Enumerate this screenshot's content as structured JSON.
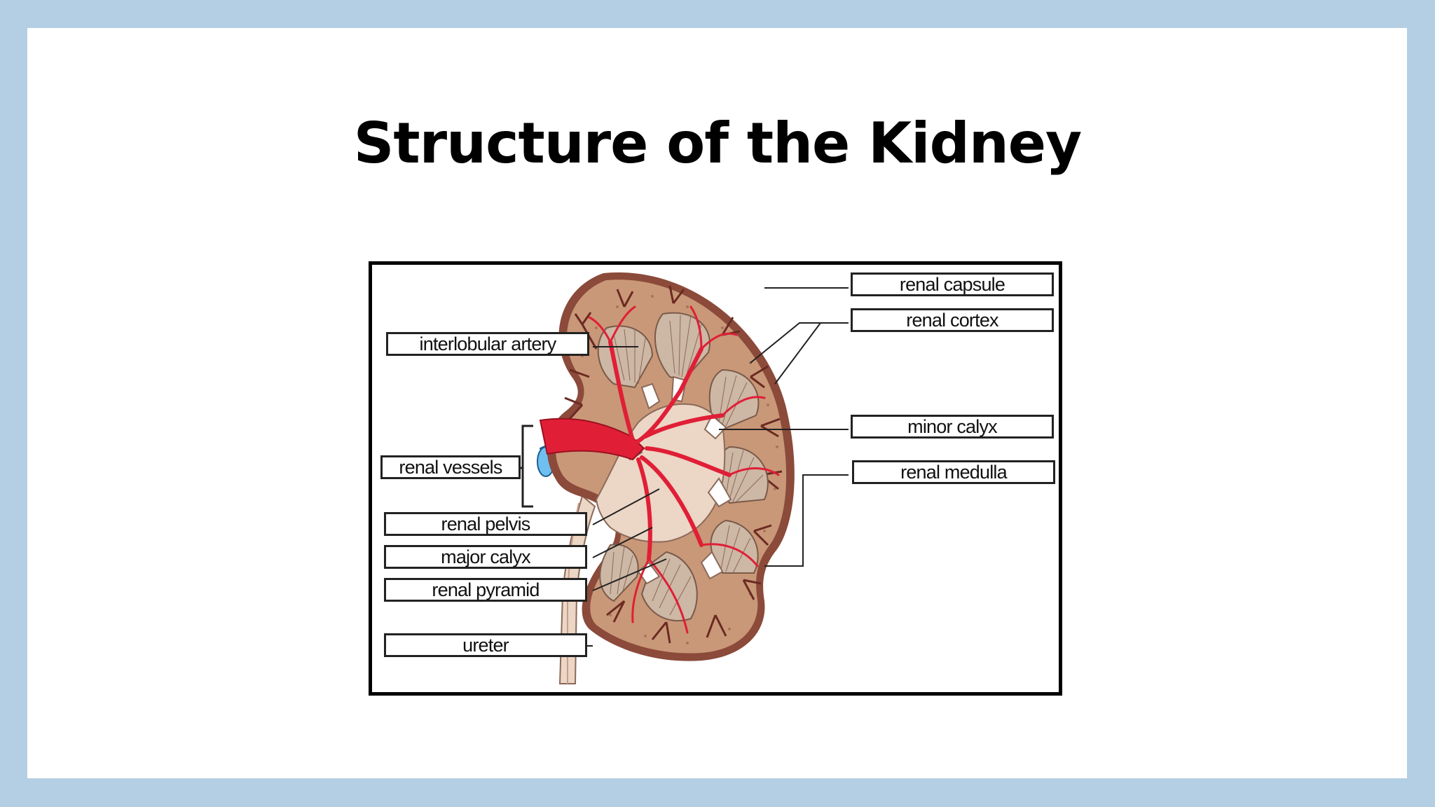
{
  "slide": {
    "title": "Structure of the Kidney"
  },
  "diagram": {
    "labels": {
      "renal_capsule": "renal capsule",
      "renal_cortex": "renal cortex",
      "interlobular_artery": "interlobular artery",
      "minor_calyx": "minor calyx",
      "renal_vessels": "renal vessels",
      "renal_medulla": "renal medulla",
      "renal_pelvis": "renal pelvis",
      "major_calyx": "major calyx",
      "renal_pyramid": "renal pyramid",
      "ureter": "ureter"
    },
    "colors": {
      "background": "#b4cfe3",
      "cortex": "#c99878",
      "capsule": "#8b4a3a",
      "pyramid": "#cdb7a5",
      "artery": "#e01f36",
      "vein": "#2e8fd0",
      "pelvis": "#ecd6c6"
    }
  }
}
